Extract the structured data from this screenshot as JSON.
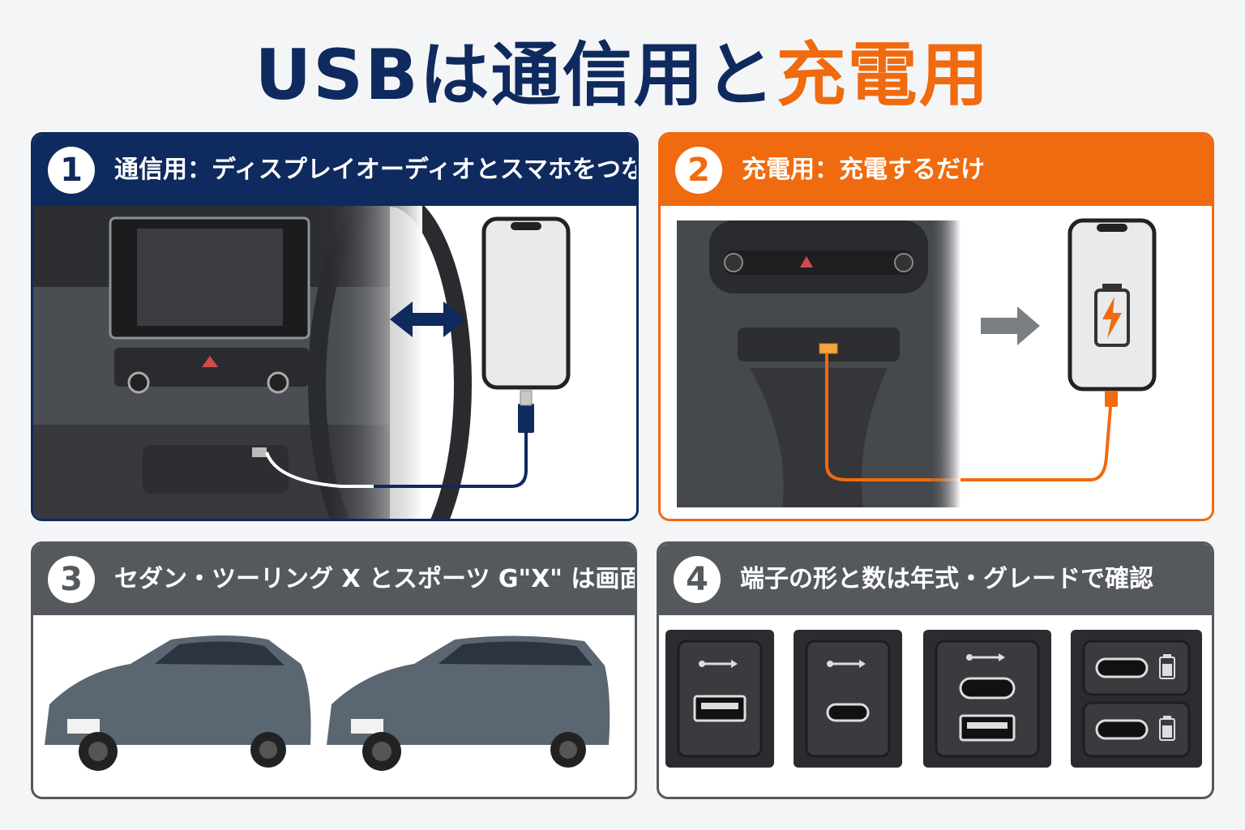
{
  "title": {
    "part1": "USBは通信用と",
    "part2": "充電用"
  },
  "panels": [
    {
      "number": "1",
      "label": "通信用：ディスプレイオーディオとスマホをつなぐ"
    },
    {
      "number": "2",
      "label": "充電用：充電するだけ"
    },
    {
      "number": "3",
      "label": "セダン・ツーリング X とスポーツ G\"X\" は画面なし"
    },
    {
      "number": "4",
      "label": "端子の形と数は年式・グレードで確認"
    }
  ],
  "colors": {
    "navy": "#0f2a5e",
    "orange": "#f06a0f",
    "gray": "#55595e"
  },
  "icons": [
    "bidirectional-arrow-icon",
    "right-arrow-icon",
    "battery-charging-icon",
    "usb-symbol-icon",
    "battery-icon",
    "hazard-icon"
  ]
}
